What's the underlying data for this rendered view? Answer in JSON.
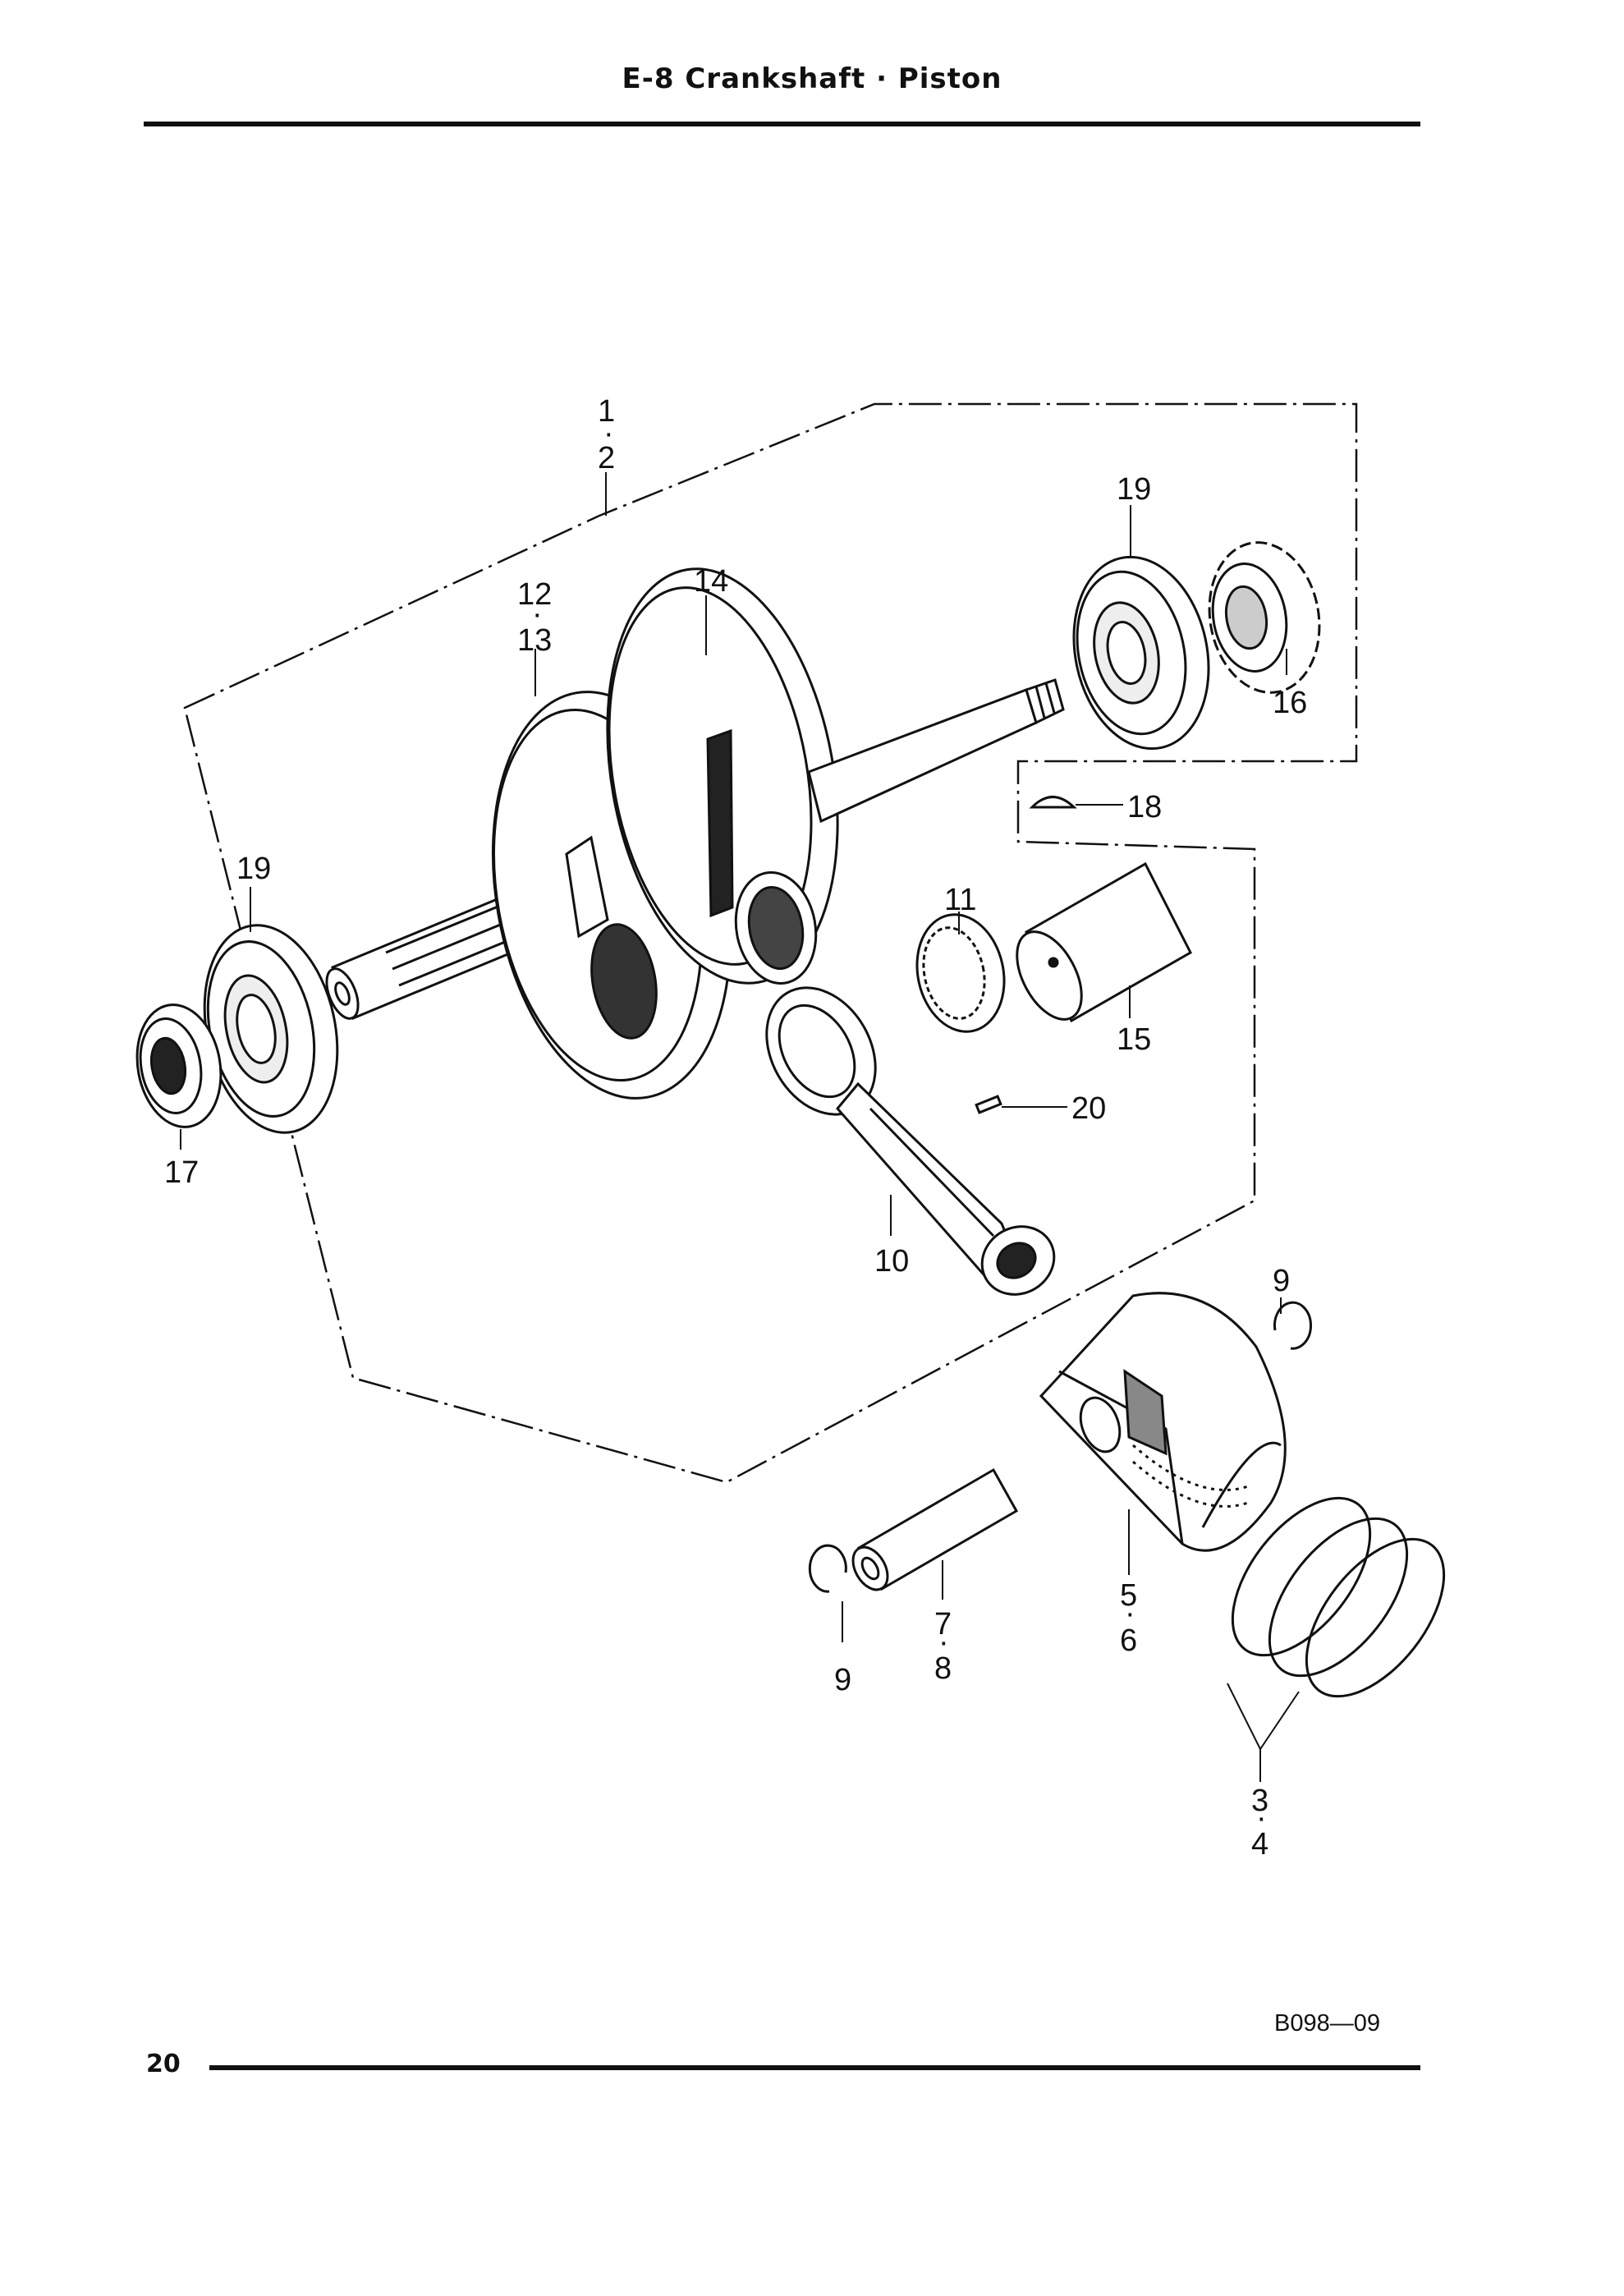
{
  "header": {
    "title": "E-8   Crankshaft · Piston"
  },
  "footer": {
    "page_number": "20",
    "drawing_code": "B098—09"
  },
  "callouts": {
    "c1": "1",
    "c2": "2",
    "c3": "3",
    "c4": "4",
    "c5": "5",
    "c6": "6",
    "c7": "7",
    "c8": "8",
    "c9a": "9",
    "c9b": "9",
    "c10": "10",
    "c11": "11",
    "c12": "12",
    "c13": "13",
    "c14": "14",
    "c15": "15",
    "c16": "16",
    "c17": "17",
    "c18": "18",
    "c19a": "19",
    "c19b": "19",
    "c20": "20"
  }
}
